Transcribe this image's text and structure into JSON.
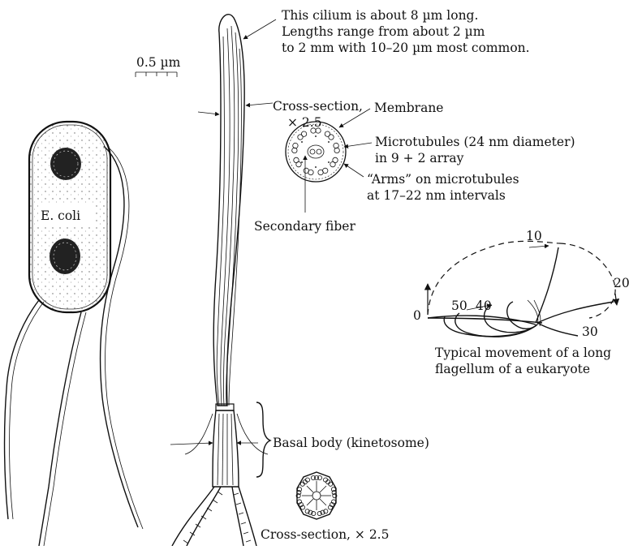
{
  "scale_bar": {
    "label": "0.5 µm"
  },
  "ecoli": {
    "label": "E. coli"
  },
  "cilium": {
    "note_lines": [
      "This cilium is about 8 µm long.",
      "Lengths range from about 2 µm",
      "to 2 mm with 10–20 µm most common."
    ]
  },
  "cross_section_top": {
    "title_lines": [
      "Cross-section,",
      "× 2.5"
    ],
    "membrane": "Membrane",
    "microtubules_lines": [
      "Microtubules (24 nm diameter)",
      "in 9 + 2 array"
    ],
    "arms_lines": [
      "“Arms” on microtubules",
      "at 17–22 nm intervals"
    ],
    "secondary_fiber": "Secondary fiber"
  },
  "basal_body": {
    "label": "Basal body (kinetosome)",
    "cross_section": "Cross-section, × 2.5"
  },
  "flagellum_movement": {
    "positions": [
      "10",
      "20",
      "0",
      "50",
      "40",
      "30"
    ],
    "caption_lines": [
      "Typical movement of a long",
      "flagellum of a eukaryote"
    ]
  }
}
